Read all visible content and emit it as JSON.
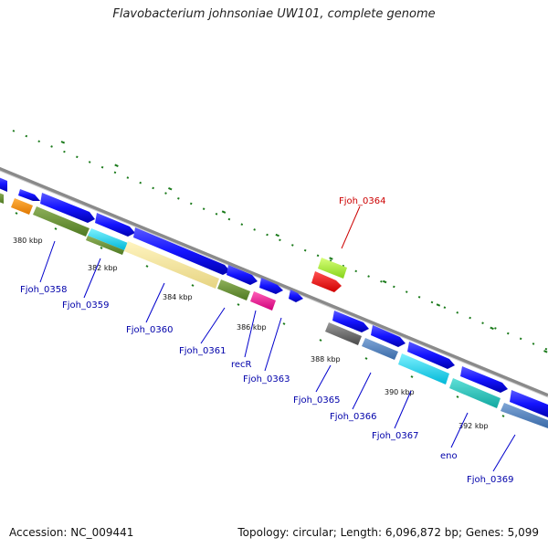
{
  "title": "Flavobacterium johnsoniae UW101, complete genome",
  "accession": "Accession: NC_009441",
  "topology": "Topology: circular; Length: 6,096,872 bp; Genes: 5,099",
  "ticks": [
    "380 kbp",
    "382 kbp",
    "384 kbp",
    "386 kbp",
    "388 kbp",
    "390 kbp",
    "392 kbp"
  ],
  "genes": {
    "g0358": "Fjoh_0358",
    "g0359": "Fjoh_0359",
    "g0360": "Fjoh_0360",
    "g0361": "Fjoh_0361",
    "recR": "recR",
    "g0363": "Fjoh_0363",
    "g0364": "Fjoh_0364",
    "g0365": "Fjoh_0365",
    "g0366": "Fjoh_0366",
    "g0367": "Fjoh_0367",
    "eno": "eno",
    "g0369": "Fjoh_0369"
  },
  "colors": {
    "forward": "#1414ff",
    "backbone": "#8a8a8a",
    "label_default": "#0000aa",
    "label_highlight": "#cc0000",
    "dots": "#1a7a1a"
  }
}
